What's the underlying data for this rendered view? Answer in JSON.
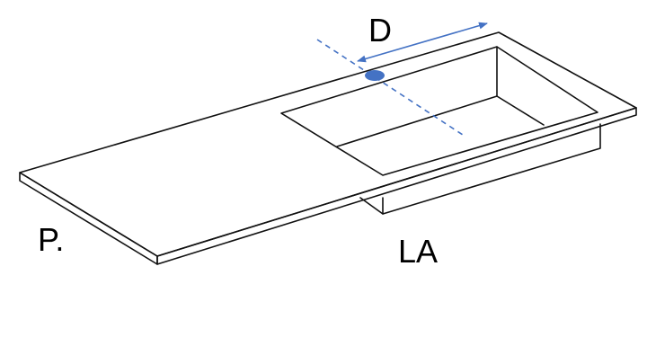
{
  "labels": {
    "depth": "D",
    "left_side": "P.",
    "basin_side": "LA"
  },
  "colors": {
    "outline": "#111111",
    "dimension": "#4472c4",
    "background": "#ffffff"
  },
  "icons": {
    "tap_hole": "tap-hole-marker",
    "dimension_arrow": "double-headed-arrow"
  }
}
